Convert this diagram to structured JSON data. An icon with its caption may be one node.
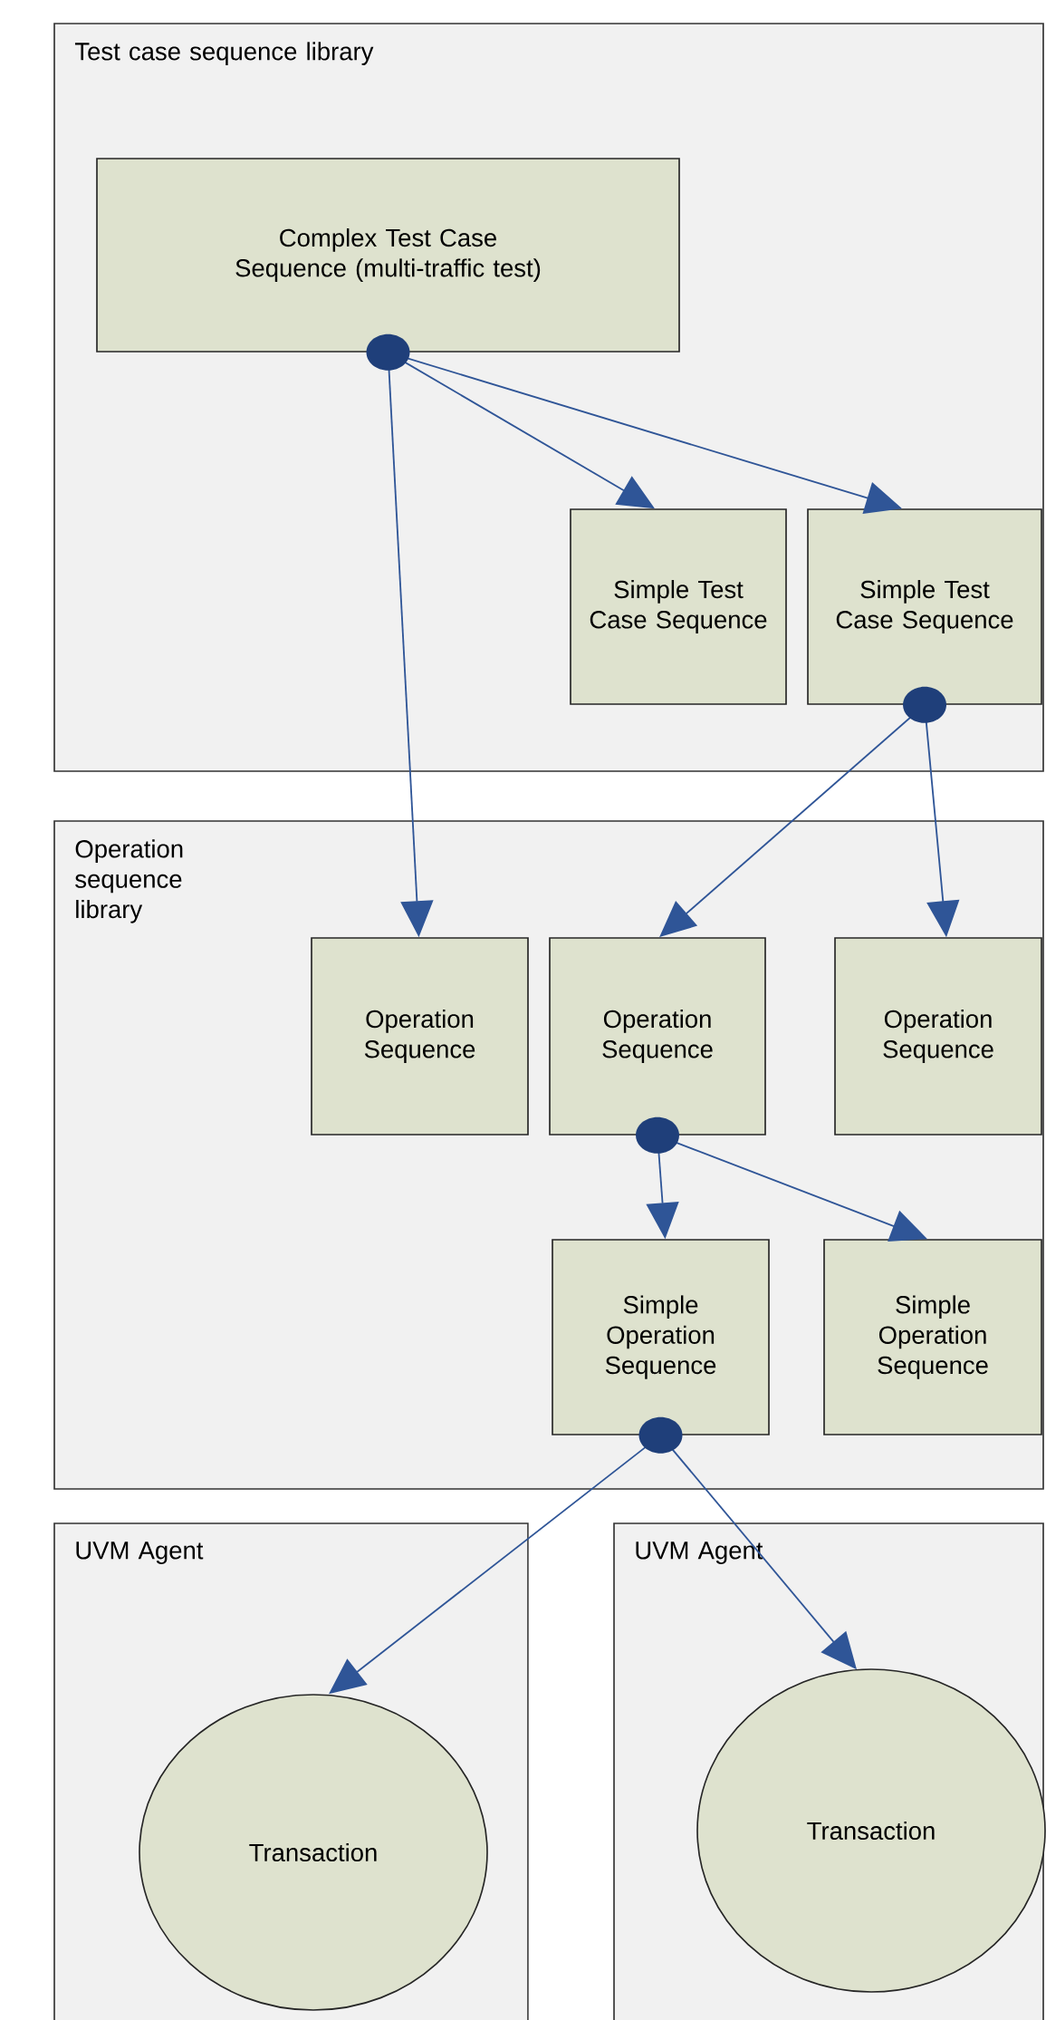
{
  "diagram": {
    "nodes": [
      {
        "text": [
          "Test case sequence library"
        ]
      },
      {
        "text": [
          "Complex Test Case Sequence (multi-traffic test)"
        ],
        "in": 0
      },
      {
        "text": [
          "Simple Test Case Sequence"
        ],
        "in": 0
      },
      {
        "text": [
          "Simple Test Case Sequence"
        ],
        "in": 0
      },
      {
        "text": [
          "Operation sequence library"
        ]
      },
      {
        "text": [
          "Operation Sequence"
        ],
        "in": 4
      },
      {
        "text": [
          "Operation Sequence"
        ],
        "in": 4
      },
      {
        "text": [
          "Operation Sequence"
        ],
        "in": 4
      },
      {
        "text": [
          "Simple Operation Sequence"
        ],
        "in": 4
      },
      {
        "text": [
          "Simple Operation Sequence"
        ],
        "in": 4
      },
      {
        "text": [
          "UVM Agent"
        ]
      },
      {
        "text": [
          "Transaction"
        ],
        "in": 10
      },
      {
        "text": [
          "UVM Agent"
        ]
      },
      {
        "text": [
          "Transaction"
        ],
        "in": 12
      }
    ],
    "edges": [
      {
        "from": 1,
        "to": 2,
        "arrow": "to"
      },
      {
        "from": 1,
        "to": 3,
        "arrow": "to"
      },
      {
        "from": 1,
        "to": 5,
        "arrow": "to"
      },
      {
        "from": 3,
        "to": 6,
        "arrow": "to"
      },
      {
        "from": 3,
        "to": 7,
        "arrow": "to"
      },
      {
        "from": 6,
        "to": 8,
        "arrow": "to"
      },
      {
        "from": 6,
        "to": 9,
        "arrow": "to"
      },
      {
        "from": 8,
        "to": 11,
        "arrow": "to"
      },
      {
        "from": 8,
        "to": 13,
        "arrow": "to"
      }
    ]
  }
}
